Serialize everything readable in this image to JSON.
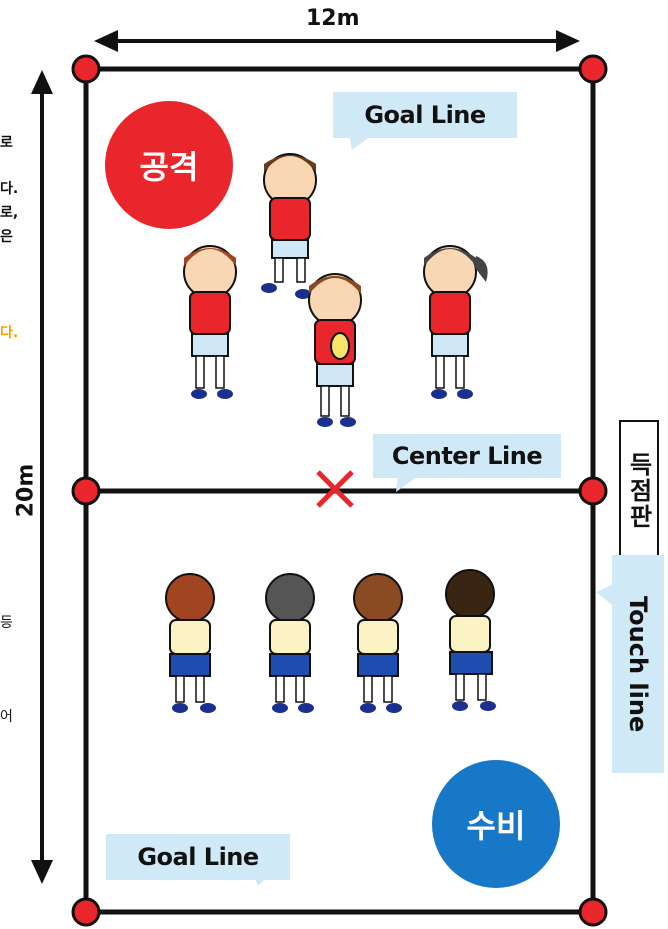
{
  "dimensions": {
    "width_label": "12m",
    "height_label": "20m"
  },
  "field_labels": {
    "goal_line_top": "Goal Line",
    "center_line": "Center Line",
    "goal_line_bottom": "Goal Line",
    "touch_line": "Touch line",
    "scoreboard": "득점판"
  },
  "teams": {
    "offense": {
      "label": "공격",
      "color": "#e8262b"
    },
    "defense": {
      "label": "수비",
      "color": "#1878c8"
    }
  },
  "left_fragments": {
    "line1": "로",
    "line2": "다.",
    "line3": "로,",
    "line4": "은",
    "line5": "다.",
    "line6": "등",
    "line7": "어"
  },
  "colors": {
    "callout_bg": "#cfe9f7",
    "corner_dot": "#e8262b",
    "center_mark": "#e8262b",
    "fragment_orange": "#f5a000"
  }
}
